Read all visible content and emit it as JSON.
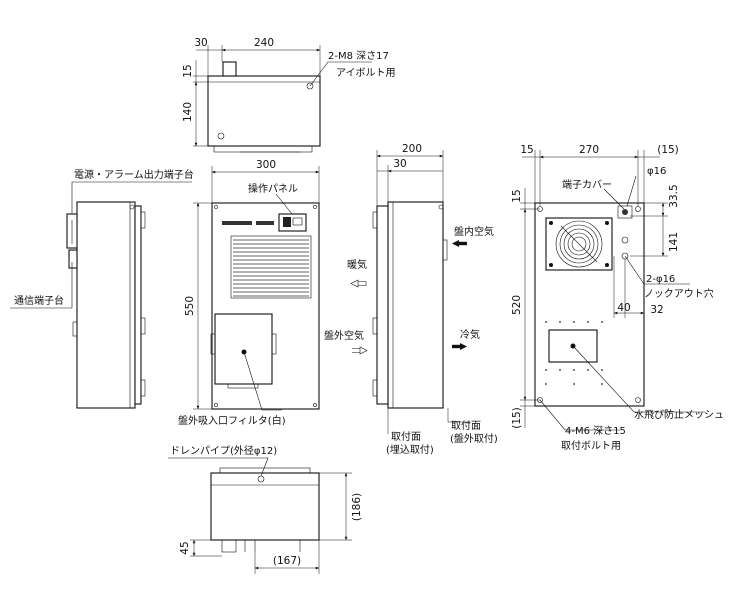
{
  "diagram": {
    "dimensions": {
      "top_width": "240",
      "top_offset": "30",
      "top_depth": "140",
      "top_margin": "15",
      "front_width": "300",
      "front_height": "550",
      "side_depth": "200",
      "side_offset": "30",
      "rear_width": "270",
      "rear_margin_left": "15",
      "rear_margin_right": "(15)",
      "rear_top_margin": "15",
      "rear_dim_335": "33.5",
      "rear_dim_141": "141",
      "rear_height": "520",
      "rear_bottom_margin": "(15)",
      "knock_dim_40": "40",
      "knock_dim_32": "32",
      "bottom_depth": "(186)",
      "bottom_width": "(167)",
      "bottom_margin": "45"
    },
    "labels": {
      "eyebolt_tap": "2-M8 深さ17",
      "eyebolt_use": "アイボルト用",
      "power_terminal": "電源・アラーム出力端子台",
      "comm_terminal": "通信端子台",
      "control_panel": "操作パネル",
      "outside_filter": "盤外吸入口フィルタ(白)",
      "warm_air": "暖気",
      "outside_air": "盤外空気",
      "inside_air": "盤内空気",
      "cool_air": "冷気",
      "mount_embedded_1": "取付面",
      "mount_embedded_2": "(埋込取付)",
      "mount_external_1": "取付面",
      "mount_external_2": "(盤外取付)",
      "terminal_cover": "端子カバー",
      "phi16": "φ16",
      "knockout_dia": "2-φ16",
      "knockout_hole": "ノックアウト穴",
      "splash_mesh": "水飛び防止メッシュ",
      "mount_tap": "4-M6 深さ15",
      "mount_bolt": "取付ボルト用",
      "drain_pipe": "ドレンパイプ(外径φ12)"
    }
  }
}
